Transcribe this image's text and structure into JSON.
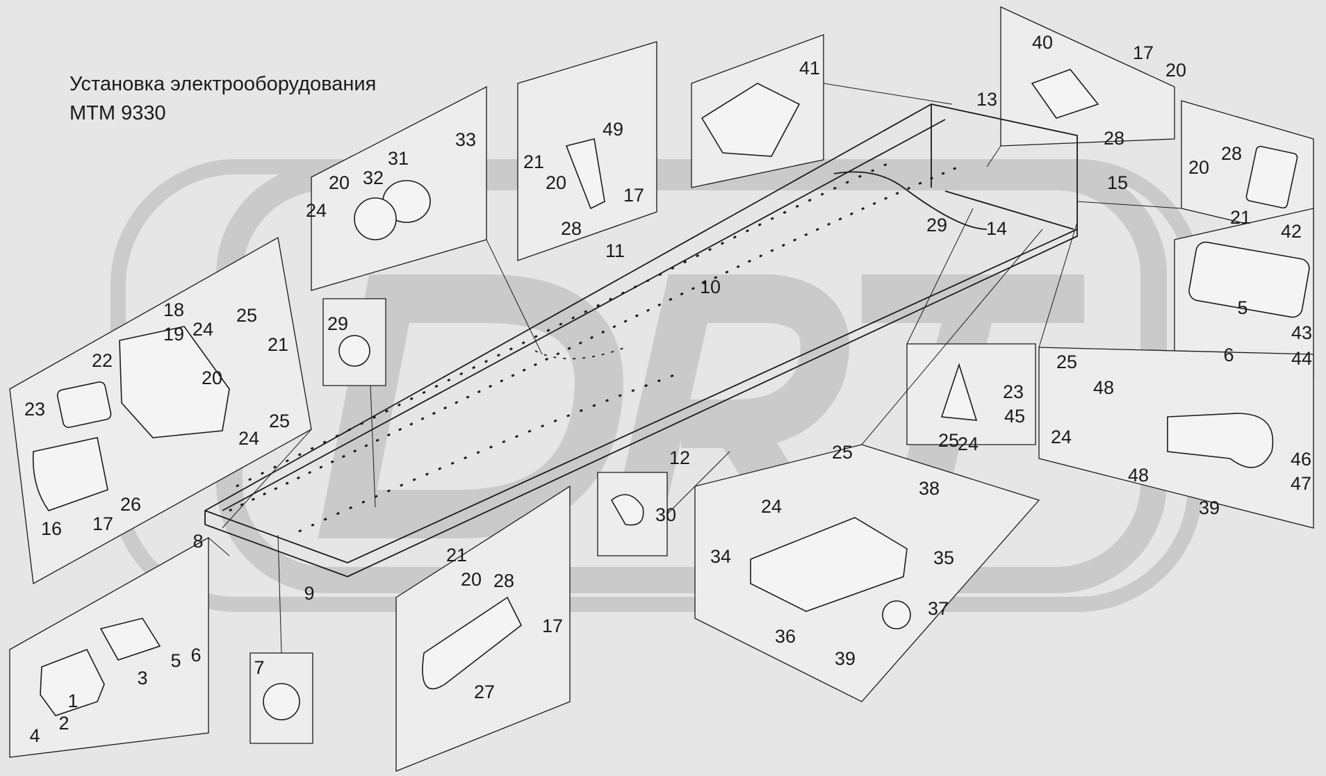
{
  "title": {
    "line1": "Установка электрооборудования",
    "line2": "МТМ 9330"
  },
  "watermark": "DRT",
  "colors": {
    "background": "#e6e6e6",
    "panel": "#ededed",
    "line": "#1a1a1a",
    "watermark": "#c9c9c9"
  },
  "callouts": [
    {
      "id": "c1",
      "text": "1"
    },
    {
      "id": "c2",
      "text": "2"
    },
    {
      "id": "c3",
      "text": "3"
    },
    {
      "id": "c4",
      "text": "4"
    },
    {
      "id": "c5a",
      "text": "5"
    },
    {
      "id": "c5b",
      "text": "5"
    },
    {
      "id": "c6a",
      "text": "6"
    },
    {
      "id": "c6b",
      "text": "6"
    },
    {
      "id": "c7",
      "text": "7"
    },
    {
      "id": "c8",
      "text": "8"
    },
    {
      "id": "c9",
      "text": "9"
    },
    {
      "id": "c10",
      "text": "10"
    },
    {
      "id": "c11",
      "text": "11"
    },
    {
      "id": "c12",
      "text": "12"
    },
    {
      "id": "c13",
      "text": "13"
    },
    {
      "id": "c14",
      "text": "14"
    },
    {
      "id": "c15",
      "text": "15"
    },
    {
      "id": "c16",
      "text": "16"
    },
    {
      "id": "c17a",
      "text": "17"
    },
    {
      "id": "c17b",
      "text": "17"
    },
    {
      "id": "c17c",
      "text": "17"
    },
    {
      "id": "c17d",
      "text": "17"
    },
    {
      "id": "c18",
      "text": "18"
    },
    {
      "id": "c19",
      "text": "19"
    },
    {
      "id": "c20a",
      "text": "20"
    },
    {
      "id": "c20b",
      "text": "20"
    },
    {
      "id": "c20c",
      "text": "20"
    },
    {
      "id": "c20d",
      "text": "20"
    },
    {
      "id": "c20e",
      "text": "20"
    },
    {
      "id": "c20f",
      "text": "20"
    },
    {
      "id": "c21a",
      "text": "21"
    },
    {
      "id": "c21b",
      "text": "21"
    },
    {
      "id": "c21c",
      "text": "21"
    },
    {
      "id": "c21d",
      "text": "21"
    },
    {
      "id": "c22",
      "text": "22"
    },
    {
      "id": "c23a",
      "text": "23"
    },
    {
      "id": "c23b",
      "text": "23"
    },
    {
      "id": "c24a",
      "text": "24"
    },
    {
      "id": "c24b",
      "text": "24"
    },
    {
      "id": "c24c",
      "text": "24"
    },
    {
      "id": "c24d",
      "text": "24"
    },
    {
      "id": "c24e",
      "text": "24"
    },
    {
      "id": "c24f",
      "text": "24"
    },
    {
      "id": "c25a",
      "text": "25"
    },
    {
      "id": "c25b",
      "text": "25"
    },
    {
      "id": "c25c",
      "text": "25"
    },
    {
      "id": "c25d",
      "text": "25"
    },
    {
      "id": "c25e",
      "text": "25"
    },
    {
      "id": "c26",
      "text": "26"
    },
    {
      "id": "c27",
      "text": "27"
    },
    {
      "id": "c28a",
      "text": "28"
    },
    {
      "id": "c28b",
      "text": "28"
    },
    {
      "id": "c28c",
      "text": "28"
    },
    {
      "id": "c28d",
      "text": "28"
    },
    {
      "id": "c29a",
      "text": "29"
    },
    {
      "id": "c29b",
      "text": "29"
    },
    {
      "id": "c30",
      "text": "30"
    },
    {
      "id": "c31",
      "text": "31"
    },
    {
      "id": "c32",
      "text": "32"
    },
    {
      "id": "c33",
      "text": "33"
    },
    {
      "id": "c34",
      "text": "34"
    },
    {
      "id": "c35",
      "text": "35"
    },
    {
      "id": "c36",
      "text": "36"
    },
    {
      "id": "c37",
      "text": "37"
    },
    {
      "id": "c38",
      "text": "38"
    },
    {
      "id": "c39a",
      "text": "39"
    },
    {
      "id": "c39b",
      "text": "39"
    },
    {
      "id": "c40",
      "text": "40"
    },
    {
      "id": "c41",
      "text": "41"
    },
    {
      "id": "c42",
      "text": "42"
    },
    {
      "id": "c43",
      "text": "43"
    },
    {
      "id": "c44",
      "text": "44"
    },
    {
      "id": "c45",
      "text": "45"
    },
    {
      "id": "c46",
      "text": "46"
    },
    {
      "id": "c47",
      "text": "47"
    },
    {
      "id": "c48a",
      "text": "48"
    },
    {
      "id": "c48b",
      "text": "48"
    },
    {
      "id": "c49",
      "text": "49"
    }
  ]
}
